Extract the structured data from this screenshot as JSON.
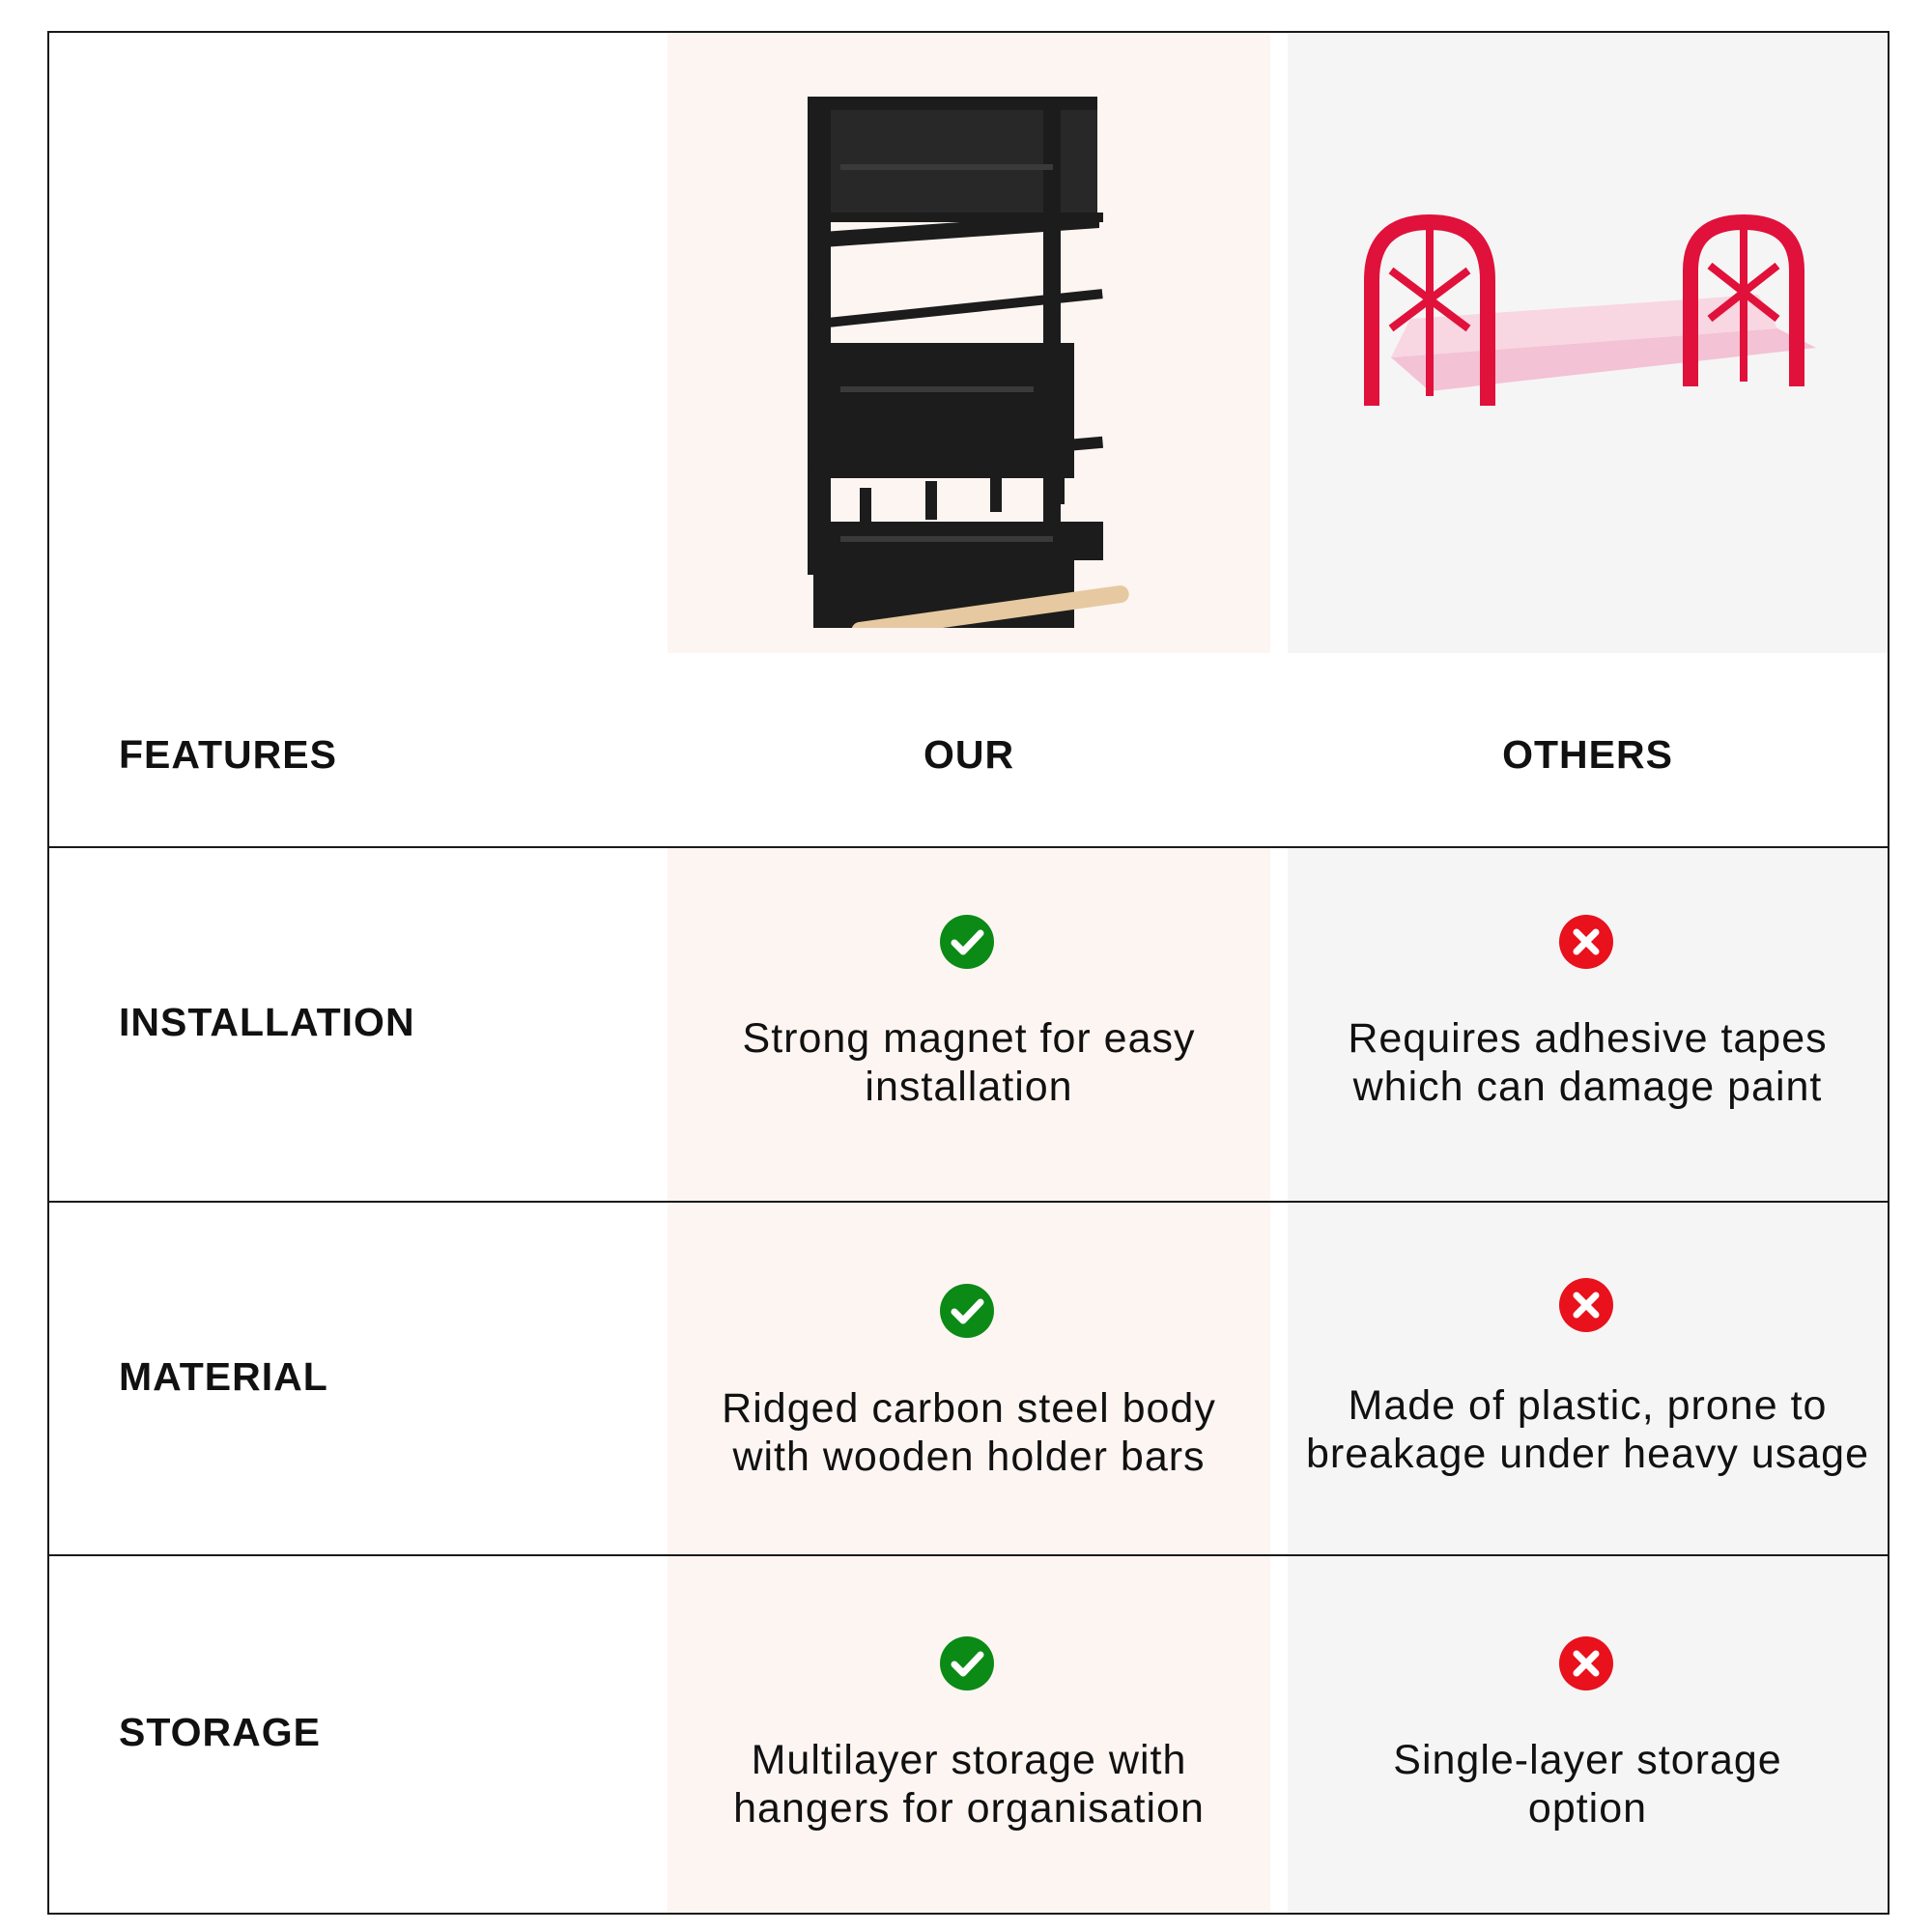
{
  "header": {
    "features_label": "FEATURES",
    "ours_label": "OUR",
    "others_label": "OTHERS"
  },
  "rows": [
    {
      "feature": "INSTALLATION",
      "ours": "Strong magnet for easy installation",
      "others": "Requires adhesive tapes which can damage paint"
    },
    {
      "feature": "MATERIAL",
      "ours": "Ridged carbon steel body with wooden holder bars",
      "others": "Made of plastic, prone to breakage under heavy usage"
    },
    {
      "feature": "STORAGE",
      "ours": "Multilayer storage with hangers for organisation",
      "others": "Single-layer storage option"
    }
  ],
  "icons": {
    "ours": "check-circle-icon",
    "others": "x-circle-icon"
  },
  "colors": {
    "check": "#0b8a16",
    "cross": "#e8111c",
    "ours_bg": "#fdf5f2",
    "others_bg": "#f5f5f5",
    "border": "#1a1a1a"
  }
}
